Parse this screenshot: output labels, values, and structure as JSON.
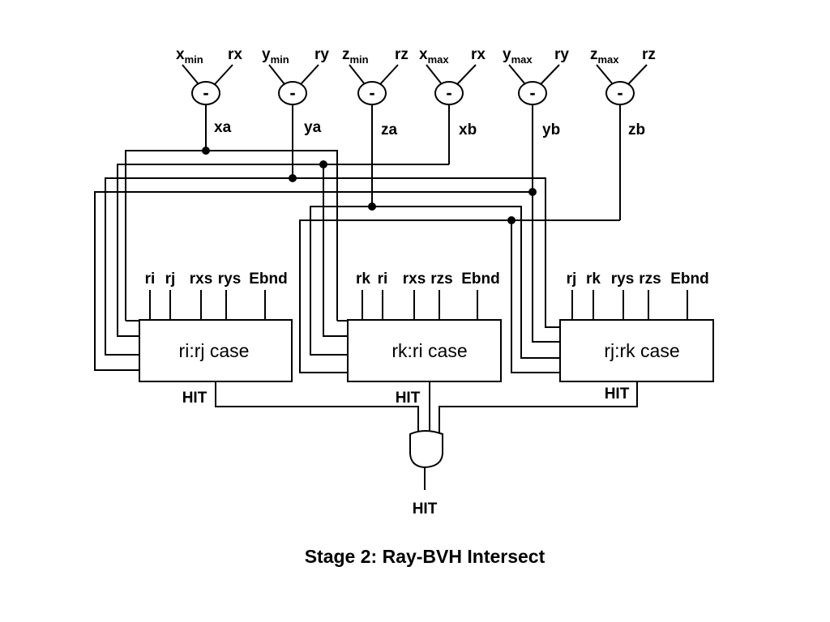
{
  "title": "Stage 2: Ray-BVH Intersect",
  "subtractors": [
    {
      "a_main": "x",
      "a_sub": "min",
      "b": "rx",
      "op": "-",
      "out": "xa"
    },
    {
      "a_main": "y",
      "a_sub": "min",
      "b": "ry",
      "op": "-",
      "out": "ya"
    },
    {
      "a_main": "z",
      "a_sub": "min",
      "b": "rz",
      "op": "-",
      "out": "za"
    },
    {
      "a_main": "x",
      "a_sub": "max",
      "b": "rx",
      "op": "-",
      "out": "xb"
    },
    {
      "a_main": "y",
      "a_sub": "max",
      "b": "ry",
      "op": "-",
      "out": "yb"
    },
    {
      "a_main": "z",
      "a_sub": "max",
      "b": "rz",
      "op": "-",
      "out": "zb"
    }
  ],
  "case_blocks": [
    {
      "label": "ri:rj case",
      "inputs": [
        "ri",
        "rj",
        "rxs",
        "rys",
        "Ebnd"
      ],
      "output": "HIT"
    },
    {
      "label": "rk:ri case",
      "inputs": [
        "rk",
        "ri",
        "rxs",
        "rzs",
        "Ebnd"
      ],
      "output": "HIT"
    },
    {
      "label": "rj:rk case",
      "inputs": [
        "rj",
        "rk",
        "rys",
        "rzs",
        "Ebnd"
      ],
      "output": "HIT"
    }
  ],
  "final_output": "HIT"
}
